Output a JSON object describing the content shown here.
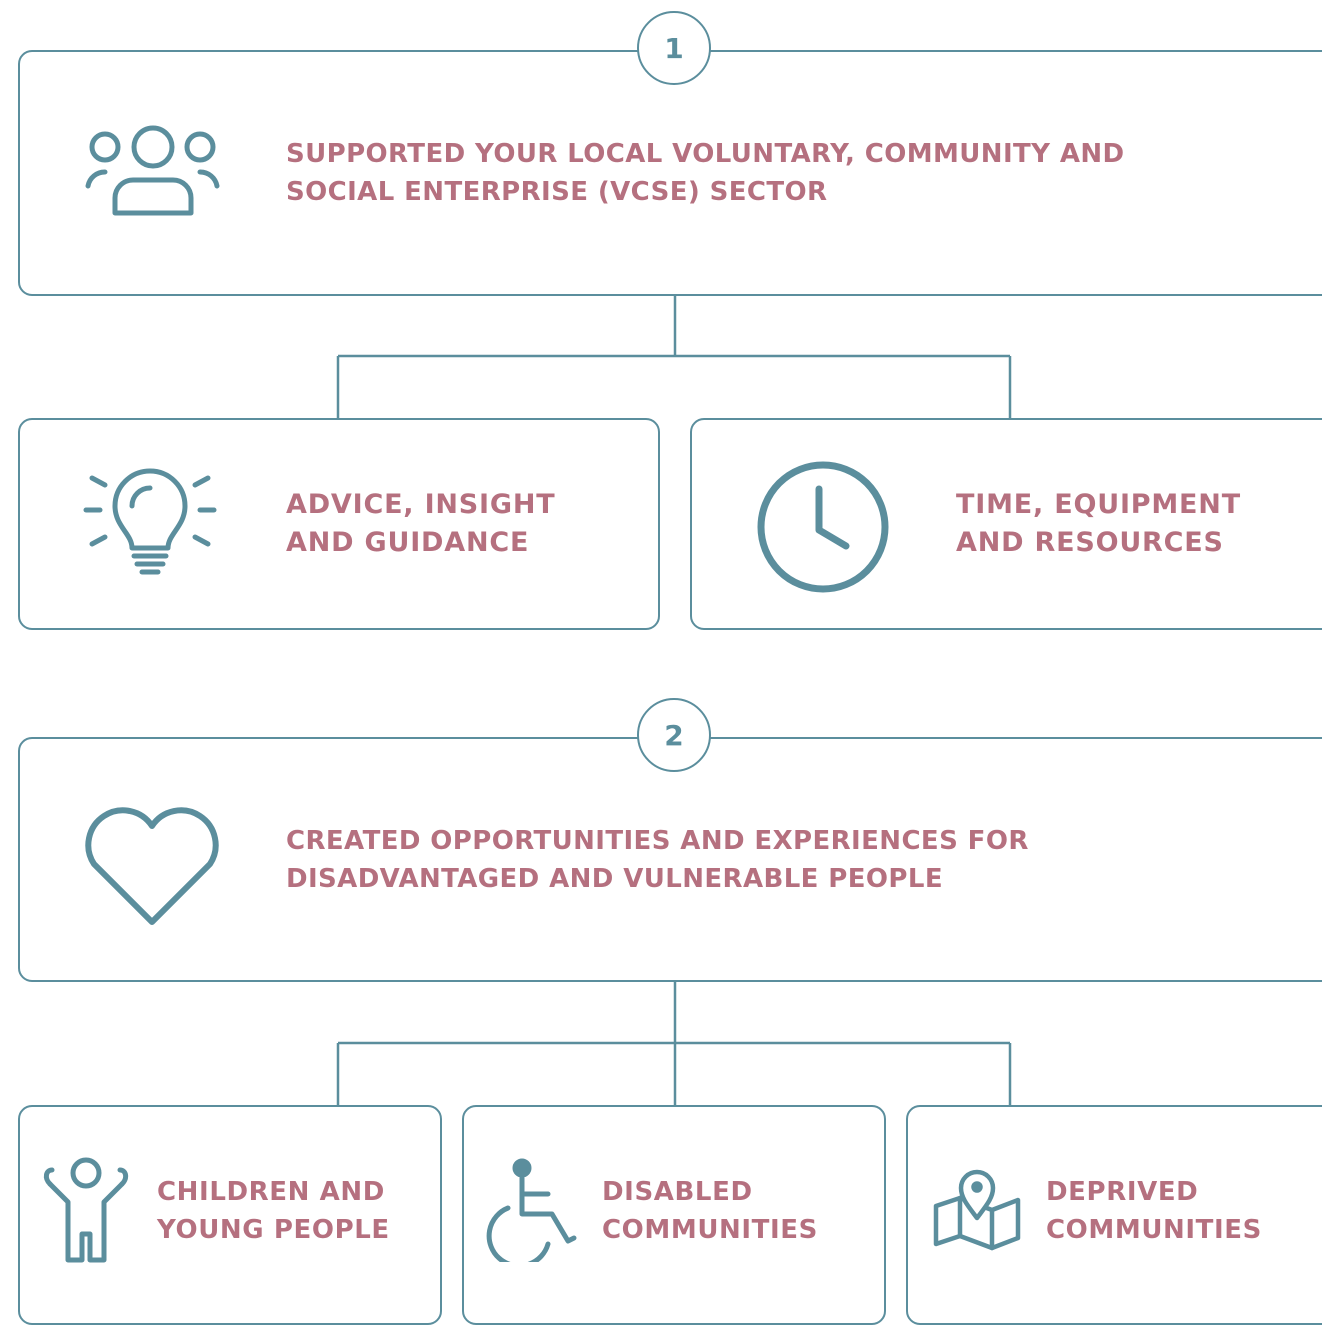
{
  "section1": {
    "number": "1",
    "title_lines": [
      "SUPPORTED YOUR LOCAL VOLUNTARY, COMMUNITY AND",
      "SOCIAL ENTERPRISE (VCSE) SECTOR"
    ],
    "icon": "people-group-icon",
    "children": [
      {
        "lines": [
          "ADVICE, INSIGHT",
          "AND GUIDANCE"
        ],
        "icon": "lightbulb-icon"
      },
      {
        "lines": [
          "TIME, EQUIPMENT",
          "AND RESOURCES"
        ],
        "icon": "clock-icon"
      }
    ]
  },
  "section2": {
    "number": "2",
    "title_lines": [
      "CREATED OPPORTUNITIES AND EXPERIENCES FOR",
      "DISADVANTAGED AND VULNERABLE PEOPLE"
    ],
    "icon": "heart-icon",
    "children": [
      {
        "lines": [
          "CHILDREN AND",
          "YOUNG PEOPLE"
        ],
        "icon": "child-icon"
      },
      {
        "lines": [
          "DISABLED",
          "COMMUNITIES"
        ],
        "icon": "wheelchair-icon"
      },
      {
        "lines": [
          "DEPRIVED",
          "COMMUNITIES"
        ],
        "icon": "map-pin-icon"
      }
    ]
  },
  "colors": {
    "line": "#5b8e9d",
    "text": "#b5707f"
  }
}
